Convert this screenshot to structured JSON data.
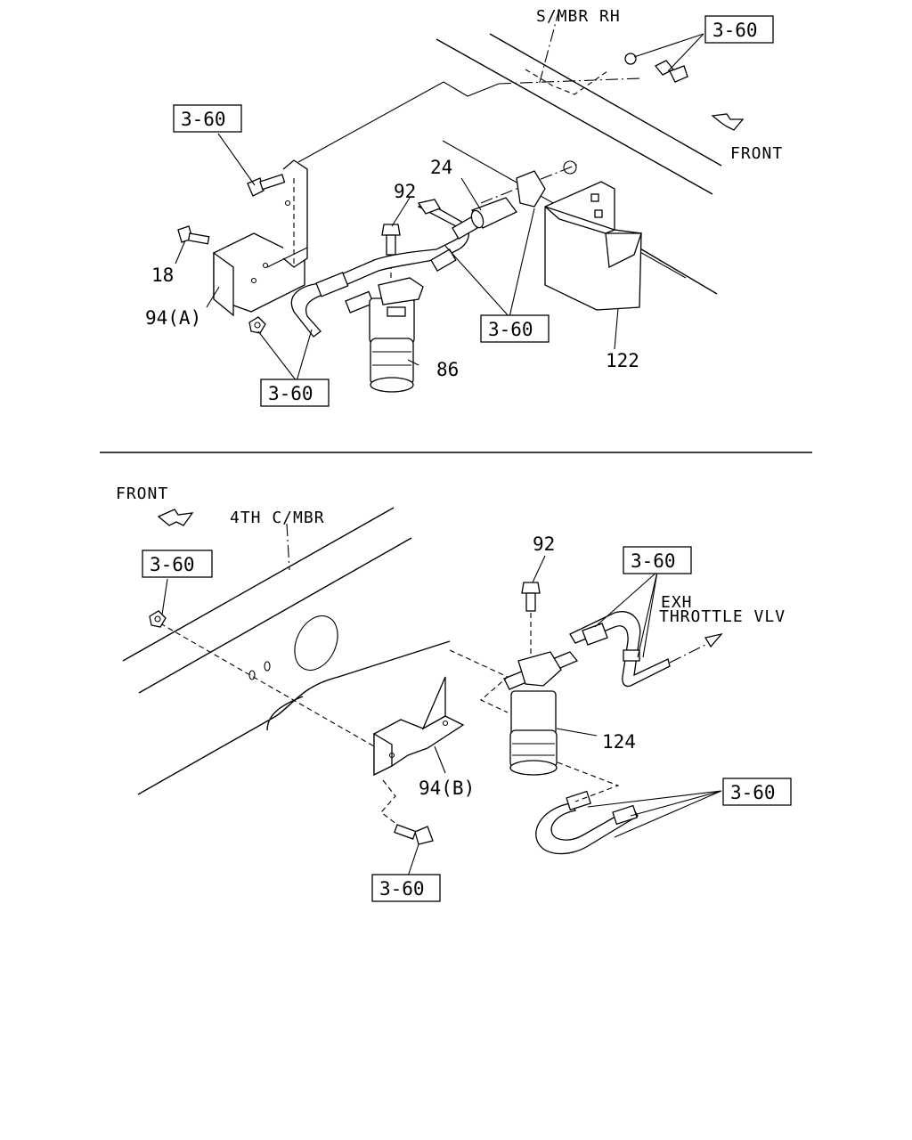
{
  "upper": {
    "frame_label": "S/MBR RH",
    "direction_label": "FRONT",
    "ref_boxes": [
      "3-60",
      "3-60",
      "3-60",
      "3-60"
    ],
    "parts": [
      "24",
      "92",
      "18",
      "94(A)",
      "86",
      "122"
    ]
  },
  "lower": {
    "direction_label": "FRONT",
    "frame_label": "4TH C/MBR",
    "ref_boxes": [
      "3-60",
      "3-60",
      "3-60",
      "3-60"
    ],
    "parts": [
      "92",
      "124",
      "94(B)"
    ],
    "callout_line1": "EXH",
    "callout_line2": "THROTTLE VLV"
  }
}
